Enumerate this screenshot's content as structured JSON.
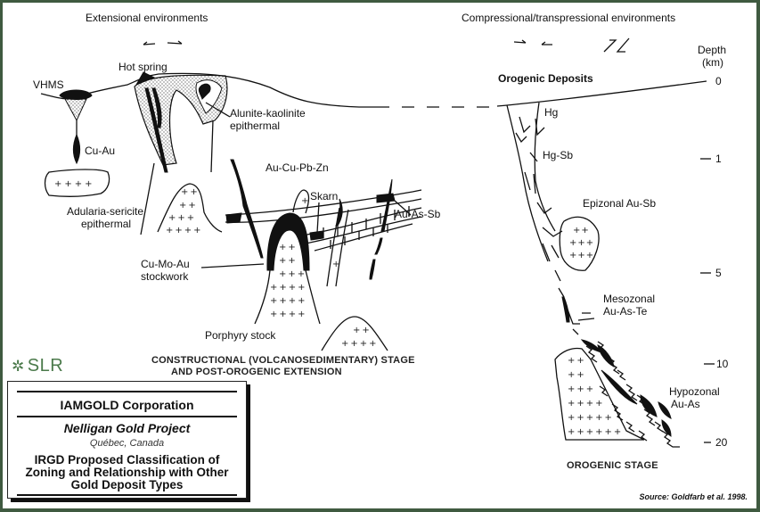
{
  "diagram": {
    "left_heading": "Extensional environments",
    "right_heading": "Compressional/transpressional environments",
    "depth_axis": {
      "title_line1": "Depth",
      "title_line2": "(km)",
      "ticks": [
        "0",
        "1",
        "5",
        "10",
        "20"
      ]
    },
    "labels": {
      "vhms": "VHMS",
      "hot_spring": "Hot spring",
      "cu_au": "Cu-Au",
      "alunite_line1": "Alunite-kaolinite",
      "alunite_line2": "epithermal",
      "adularia_line1": "Adularia-sericite",
      "adularia_line2": "epithermal",
      "au_cu_pb_zn": "Au-Cu-Pb-Zn",
      "skarn": "Skarn",
      "au_as_sb": "Au-As-Sb",
      "cu_mo_au_line1": "Cu-Mo-Au",
      "cu_mo_au_line2": "stockwork",
      "porphyry": "Porphyry stock",
      "orogenic_deposits": "Orogenic Deposits",
      "hg": "Hg",
      "hg_sb": "Hg-Sb",
      "epizonal": "Epizonal Au-Sb",
      "mesozonal_line1": "Mesozonal",
      "mesozonal_line2": "Au-As-Te",
      "hypozonal_line1": "Hypozonal",
      "hypozonal_line2": "Au-As"
    },
    "captions": {
      "constructional_line1": "CONSTRUCTIONAL (VOLCANOSEDIMENTARY) STAGE",
      "constructional_line2": "AND POST-OROGENIC EXTENSION",
      "orogenic_stage": "OROGENIC STAGE"
    }
  },
  "logo": {
    "mark": "✲",
    "text": "SLR"
  },
  "title_block": {
    "company": "IAMGOLD Corporation",
    "project": "Nelligan Gold Project",
    "location": "Québec, Canada",
    "title_line1": "IRGD Proposed Classification of",
    "title_line2": "Zoning and Relationship with Other",
    "title_line3": "Gold Deposit Types"
  },
  "source": "Source:  Goldfarb et al. 1998.",
  "colors": {
    "frame": "#3f5a40",
    "logo": "#4b7a4b",
    "ink": "#111111"
  }
}
